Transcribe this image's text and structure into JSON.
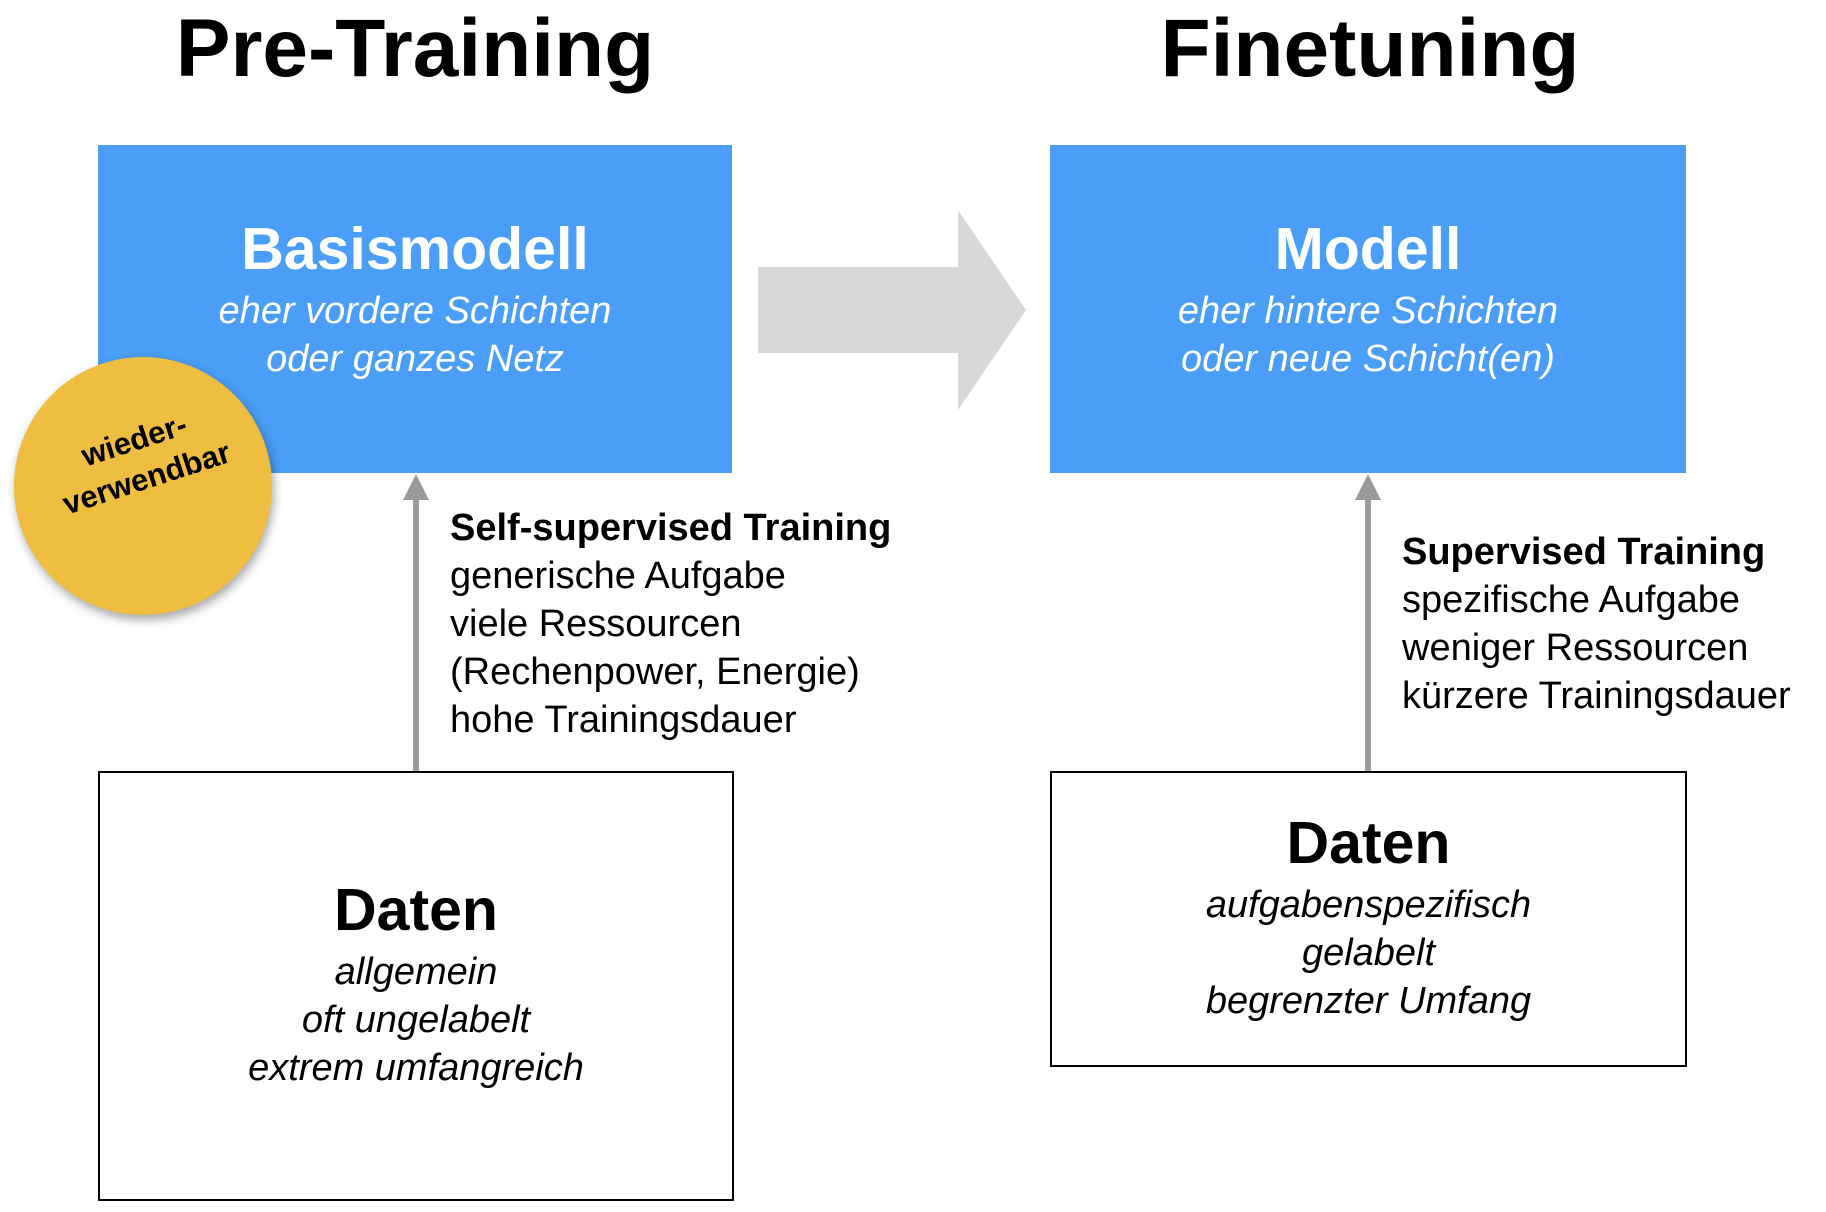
{
  "pretraining": {
    "heading": "Pre-Training",
    "model_title": "Basismodell",
    "model_lines": [
      "eher vordere Schichten",
      "oder ganzes Netz"
    ],
    "training": {
      "title": "Self-supervised Training",
      "lines": [
        "generische Aufgabe",
        "viele Ressourcen",
        "(Rechenpower, Energie)",
        "hohe Trainingsdauer"
      ]
    },
    "data_title": "Daten",
    "data_lines": [
      "allgemein",
      "oft ungelabelt",
      "extrem umfangreich"
    ],
    "badge_lines": [
      "wieder-",
      "verwendbar"
    ]
  },
  "finetuning": {
    "heading": "Finetuning",
    "model_title": "Modell",
    "model_lines": [
      "eher hintere Schichten",
      "oder neue Schicht(en)"
    ],
    "training": {
      "title": "Supervised Training",
      "lines": [
        "spezifische Aufgabe",
        "weniger Ressourcen",
        "kürzere Trainingsdauer"
      ]
    },
    "data_title": "Daten",
    "data_lines": [
      "aufgabenspezifisch",
      "gelabelt",
      "begrenzter Umfang"
    ]
  },
  "colors": {
    "model_box": "#4a9ef7",
    "badge": "#efbd40",
    "transfer_arrow": "#d8d8d8",
    "flow_arrow": "#9b9b9b"
  },
  "icons": {
    "transfer": "arrow-right-icon",
    "flow": "arrow-up-icon"
  }
}
